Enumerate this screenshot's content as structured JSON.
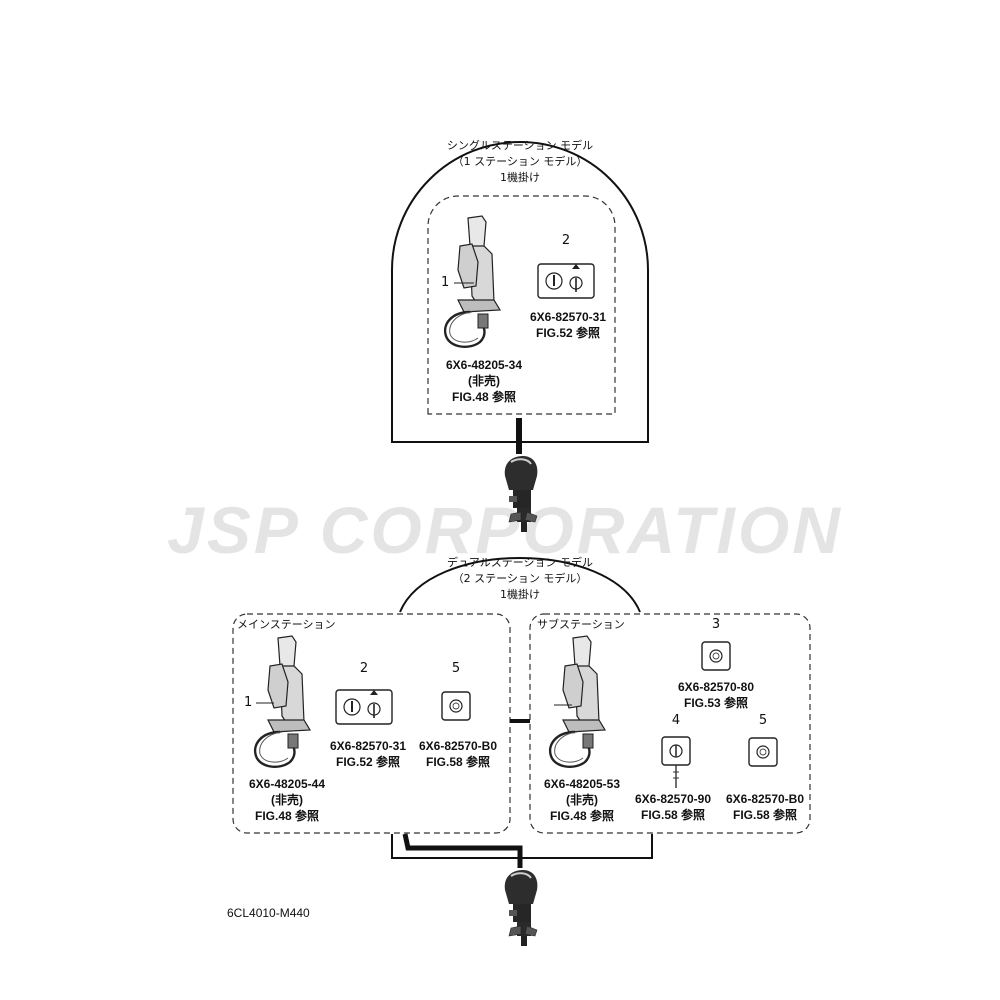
{
  "watermark": "JSP CORPORATION",
  "drawing_code": "6CL4010-M440",
  "single_station": {
    "title_line1": "シングルステーション モデル",
    "title_line2": "（1 ステーション モデル）",
    "title_line3": "1機掛け",
    "item1": {
      "num": "1",
      "part": "6X6-48205-34",
      "note": "(非売)",
      "fig": "FIG.48 参照"
    },
    "item2": {
      "num": "2",
      "part": "6X6-82570-31",
      "fig": "FIG.52 参照"
    }
  },
  "dual_station": {
    "title_line1": "デュアルステーション モデル",
    "title_line2": "（2 ステーション モデル）",
    "title_line3": "1機掛け",
    "main": {
      "label": "メインステーション",
      "item1": {
        "num": "1",
        "part": "6X6-48205-44",
        "note": "(非売)",
        "fig": "FIG.48 参照"
      },
      "item2": {
        "num": "2",
        "part": "6X6-82570-31",
        "fig": "FIG.52 参照"
      },
      "item5": {
        "num": "5",
        "part": "6X6-82570-B0",
        "fig": "FIG.58 参照"
      }
    },
    "sub": {
      "label": "サブステーション",
      "item3": {
        "num": "3",
        "part": "6X6-82570-80",
        "fig": "FIG.53 参照"
      },
      "item4": {
        "num": "4",
        "part": "6X6-82570-90",
        "fig": "FIG.58 参照"
      },
      "item5": {
        "num": "5",
        "part": "6X6-82570-B0",
        "fig": "FIG.58 参照"
      },
      "lever": {
        "part": "6X6-48205-53",
        "note": "(非売)",
        "fig": "FIG.48 参照"
      }
    }
  }
}
